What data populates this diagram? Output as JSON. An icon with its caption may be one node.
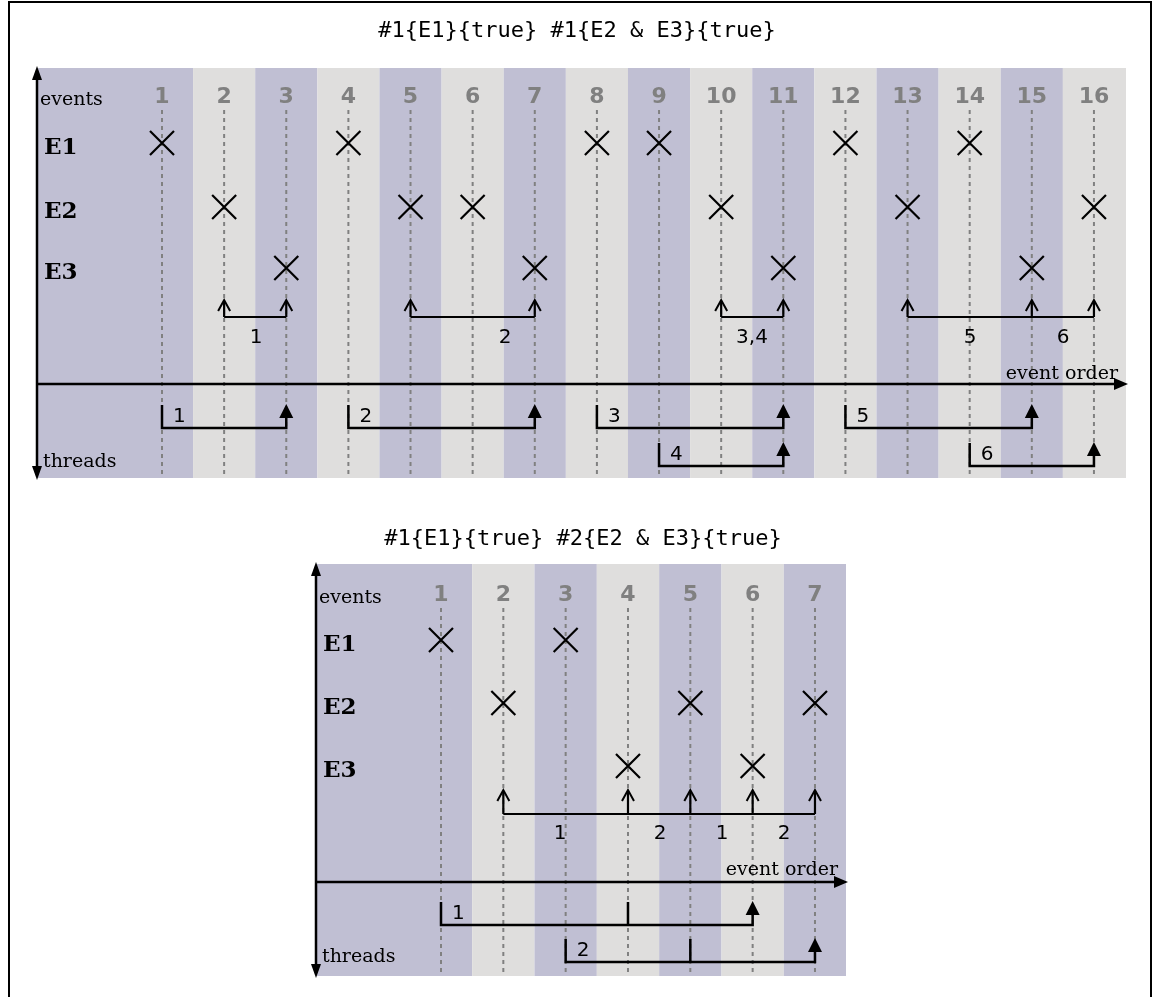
{
  "diagram": {
    "labels": [
      "#1{E1}{true} #1{E2 & E3}{true}",
      "events",
      "1",
      "2",
      "3",
      "4",
      "5",
      "6",
      "7",
      "8",
      "9",
      "10",
      "11",
      "12",
      "13",
      "14",
      "15",
      "16",
      "E1",
      "E2",
      "E3",
      "1",
      "2",
      "3,4",
      "5",
      "6",
      "event order",
      "1",
      "2",
      "3",
      "5",
      "4",
      "6",
      "threads",
      "#1{E1}{true} #2{E2 & E3}{true}",
      "events",
      "1",
      "2",
      "3",
      "4",
      "5",
      "6",
      "7",
      "E1",
      "E2",
      "E3",
      "1",
      "2",
      "1",
      "2",
      "event order",
      "1",
      "2",
      "threads"
    ]
  }
}
